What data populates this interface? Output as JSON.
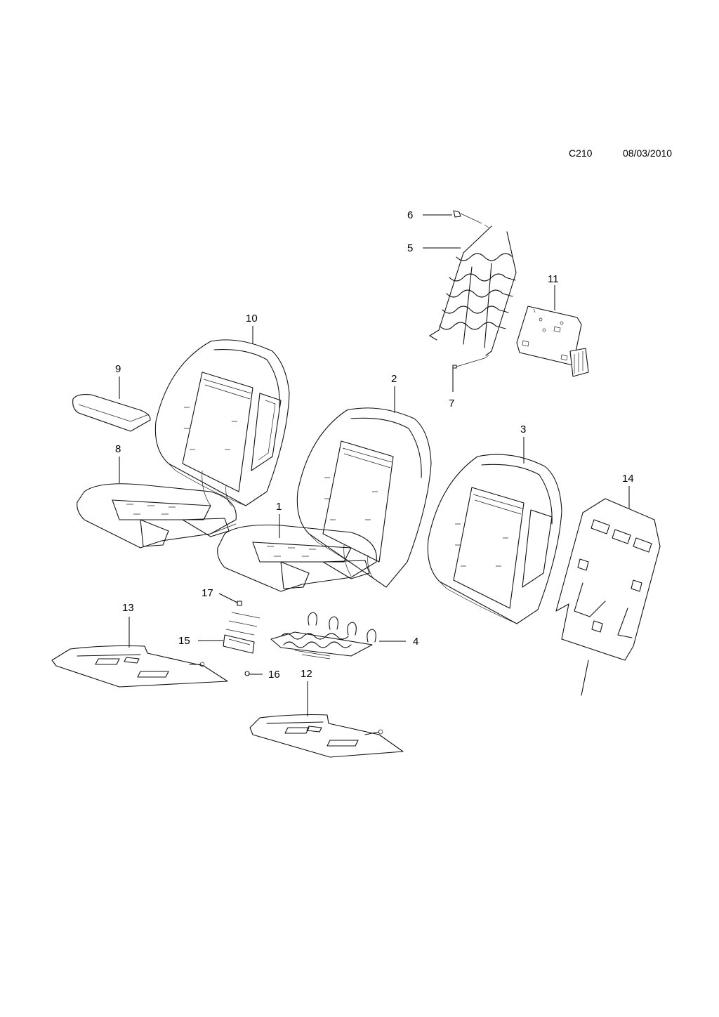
{
  "header": {
    "code": "C210",
    "date": "08/03/2010"
  },
  "callouts": {
    "c1": "1",
    "c2": "2",
    "c3": "3",
    "c4": "4",
    "c5": "5",
    "c6": "6",
    "c7": "7",
    "c8": "8",
    "c9": "9",
    "c10": "10",
    "c11": "11",
    "c12": "12",
    "c13": "13",
    "c14": "14",
    "c15": "15",
    "c16": "16",
    "c17": "17"
  }
}
